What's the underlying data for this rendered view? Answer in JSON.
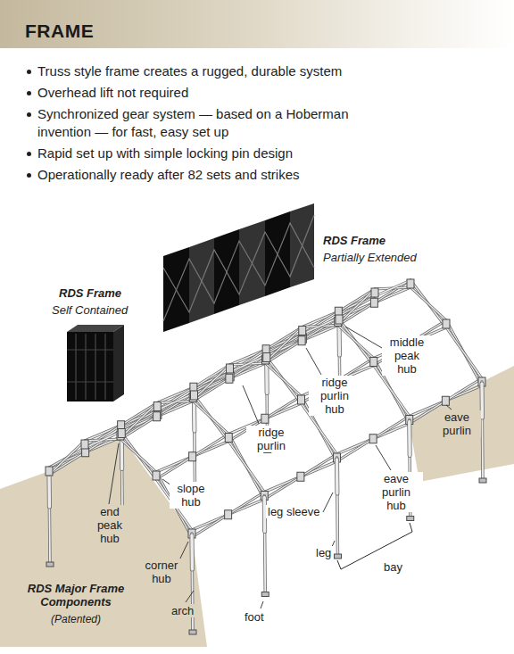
{
  "diagram": {
    "title": "FRAME",
    "labels": [
      "Truss style frame creates a rugged, durable system",
      "Overhead lift not required",
      "Synchronized gear system — based on a Hoberman invention — for fast, easy set up",
      "Rapid set up with simple locking pin design",
      "Operationally ready after 82 sets and strikes",
      "RDS Frame",
      "Partially Extended",
      "RDS Frame",
      "Self Contained",
      "middle peak hub",
      "ridge purlin hub",
      "eave purlin",
      "ridge purlin",
      "slope hub",
      "end peak hub",
      "eave purlin hub",
      "leg sleeve",
      "leg",
      "bay",
      "corner hub",
      "arch",
      "foot",
      "RDS Major Frame Components",
      "(Patented)"
    ]
  }
}
